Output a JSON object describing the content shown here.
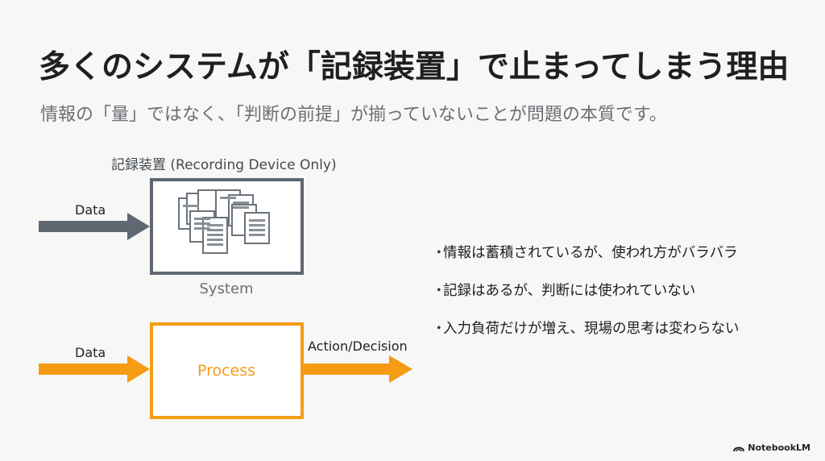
{
  "title": "多くのシステムが「記録装置」で止まってしまう理由",
  "subtitle": "情報の「量」ではなく、「判断の前提」が揃っていないことが問題の本質です。",
  "diagram": {
    "recording_label": "記録装置 (Recording Device Only)",
    "system_label": "System",
    "data_in_top": "Data",
    "data_in_bottom": "Data",
    "process_label": "Process",
    "action_label": "Action/Decision",
    "colors": {
      "gray": "#5f6770",
      "orange": "#f59c12"
    }
  },
  "bullets": [
    "情報は蓄積されているが、使われ方がバラバラ",
    "記録はあるが、判断には使われていない",
    "入力負荷だけが増え、現場の思考は変わらない"
  ],
  "bullet_marker": "・",
  "brand": {
    "name": "NotebookLM",
    "icon": "notebooklm-logo-icon"
  }
}
